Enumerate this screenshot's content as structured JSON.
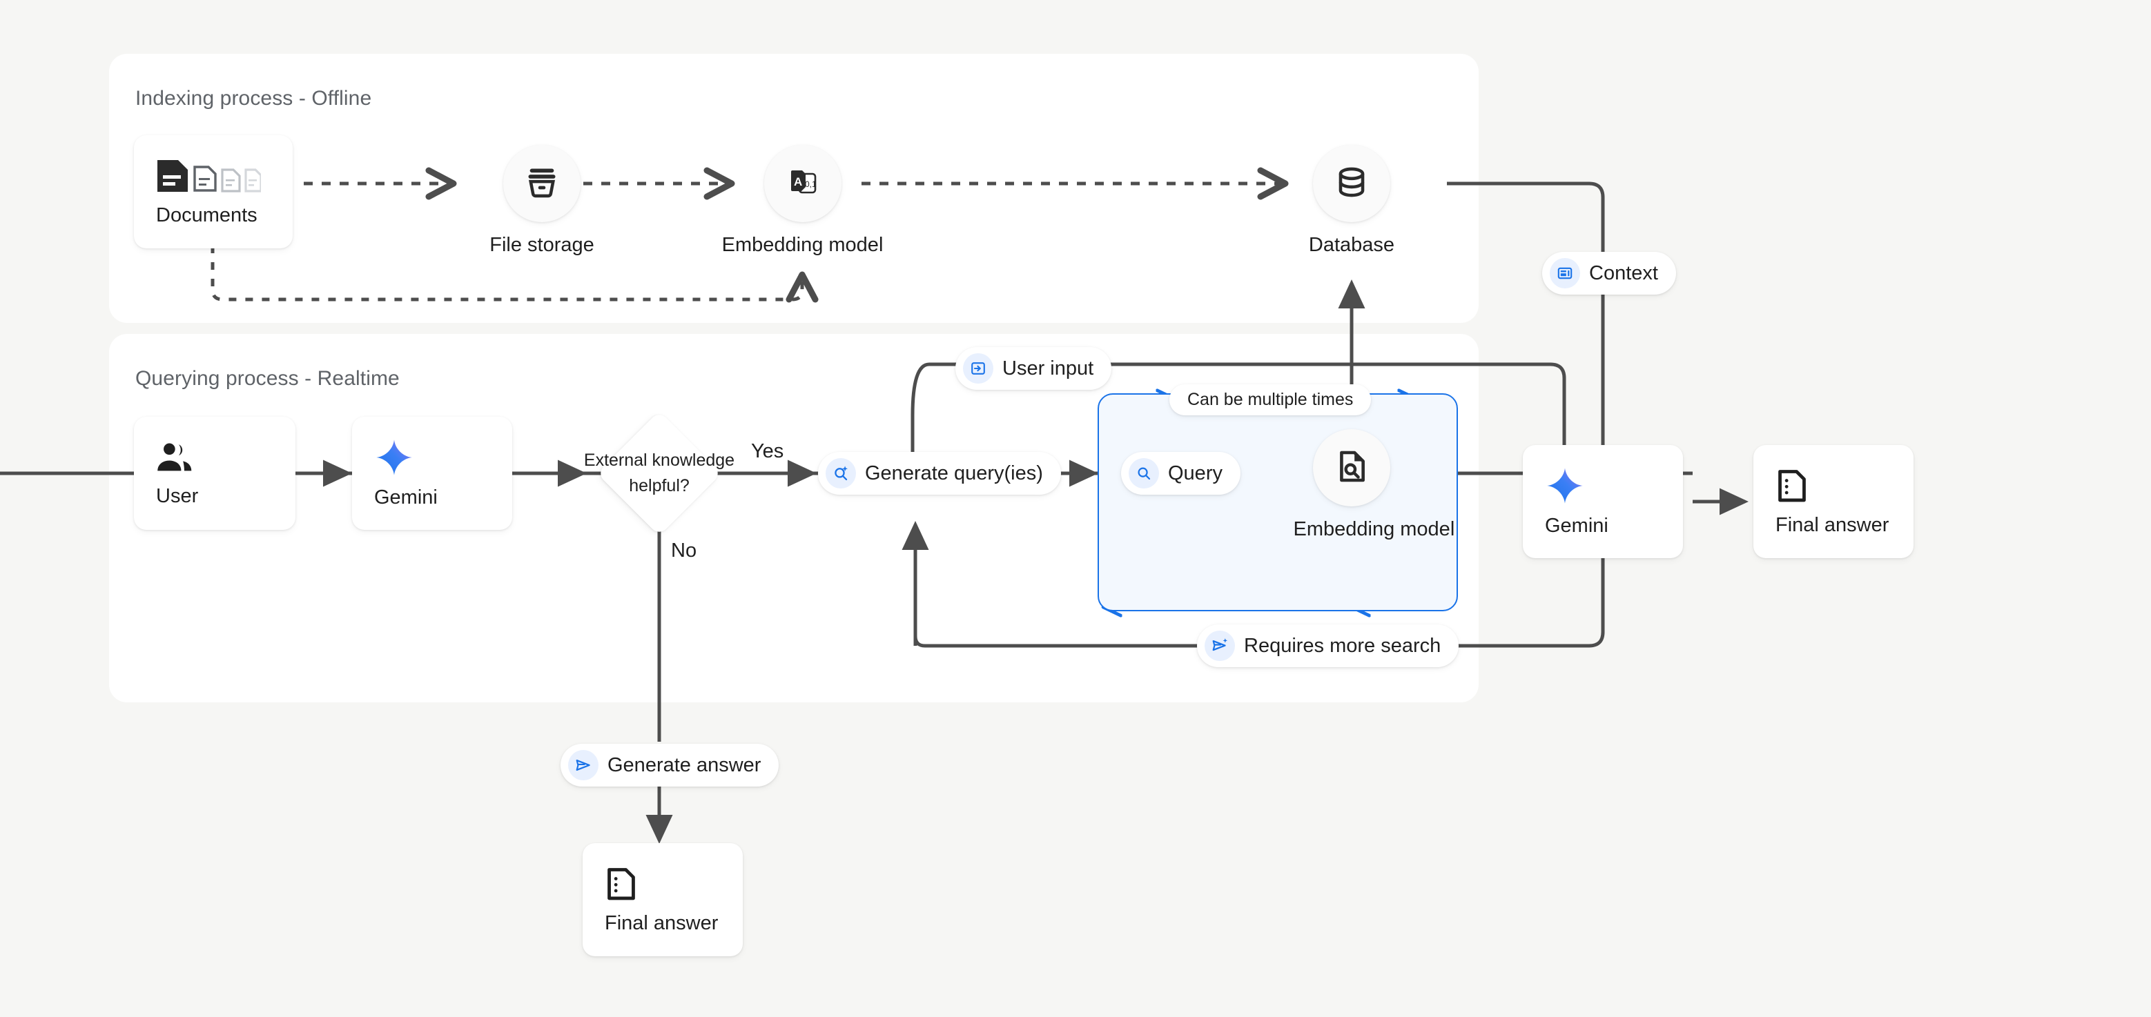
{
  "diagram": {
    "title": "RAG indexing and querying process",
    "background_color": "#f6f6f4",
    "accent_blue": "#1a73e8",
    "line_color": "#4d4d4d"
  },
  "panels": [
    {
      "id": "indexing",
      "title": "Indexing process - Offline"
    },
    {
      "id": "querying",
      "title": "Querying process - Realtime"
    }
  ],
  "indexing": {
    "documents_card": {
      "label": "Documents",
      "icon": "documents-icon"
    },
    "file_storage": {
      "label": "File storage",
      "icon": "archive-icon"
    },
    "embedding_model": {
      "label": "Embedding model",
      "icon": "translate-embed-icon"
    },
    "database": {
      "label": "Database",
      "icon": "database-icon"
    }
  },
  "querying": {
    "user": {
      "label": "User",
      "icon": "people-icon"
    },
    "gemini_left": {
      "label": "Gemini",
      "icon": "gemini-sparkle-icon"
    },
    "decision": {
      "label": "External knowledge helpful?",
      "yes": "Yes",
      "no": "No"
    },
    "generate_queries_pill": {
      "label": "Generate query(ies)",
      "icon": "search-sparkle-icon"
    },
    "loop_note": {
      "label": "Can be multiple times"
    },
    "query_pill": {
      "label": "Query",
      "icon": "search-icon"
    },
    "embedding_model_loop": {
      "label": "Embedding model",
      "icon": "document-search-icon"
    },
    "user_input_pill": {
      "label": "User input",
      "icon": "input-arrow-icon"
    },
    "requires_more_search_pill": {
      "label": "Requires more search",
      "icon": "send-sparkle-icon"
    },
    "context_pill": {
      "label": "Context",
      "icon": "article-icon"
    },
    "gemini_right": {
      "label": "Gemini",
      "icon": "gemini-sparkle-icon"
    },
    "final_answer_right": {
      "label": "Final answer",
      "icon": "answer-doc-icon"
    },
    "generate_answer_pill": {
      "label": "Generate answer",
      "icon": "send-icon"
    },
    "final_answer_bottom": {
      "label": "Final answer",
      "icon": "answer-doc-icon"
    }
  }
}
